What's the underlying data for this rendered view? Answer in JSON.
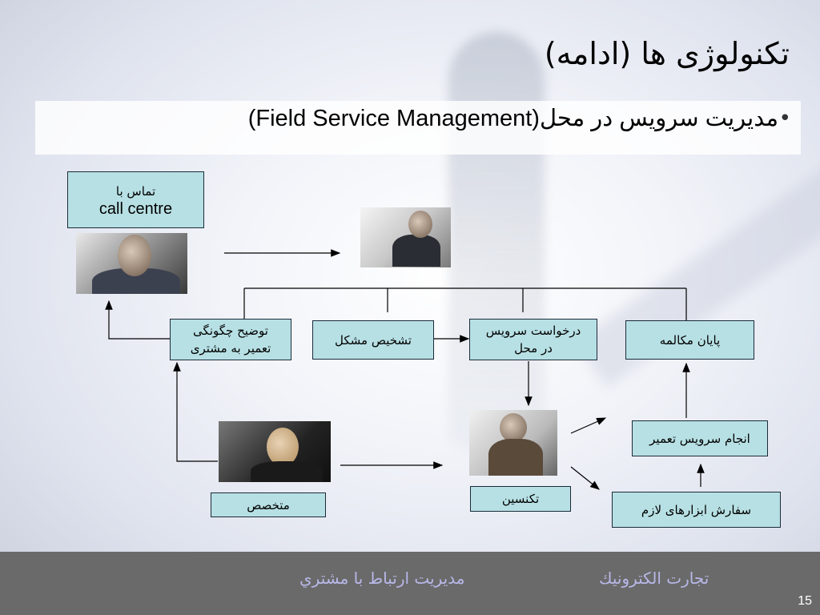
{
  "slide": {
    "title": "تکنولوژی ها (ادامه)",
    "subtitle_fa": "مديريت سرويس در محل",
    "subtitle_en": "(Field Service Management)",
    "bullet": "•",
    "page_number": "15"
  },
  "diagram": {
    "call_centre_label_fa": "تماس با",
    "call_centre_label_en": "call centre",
    "repair_explain_line1": "توضيح چگونگی",
    "repair_explain_line2": "تعمير به مشتری",
    "diagnose": "تشخيص مشكل",
    "service_request_line1": "درخواست سرويس",
    "service_request_line2": "در محل",
    "end_call": "پايان مكالمه",
    "perform_service": "انجام سرويس تعمير",
    "order_tools": "سفارش ابزارهای لازم",
    "technician": "تكنسين",
    "specialist": "متخصص"
  },
  "footer": {
    "left_text": "مديريت ارتباط با مشتري",
    "right_text": "تجارت الكترونيك"
  },
  "colors": {
    "box_fill": "#b7e0e4",
    "footer_bg": "#6a6a6a",
    "footer_text": "#b8b8ea"
  }
}
